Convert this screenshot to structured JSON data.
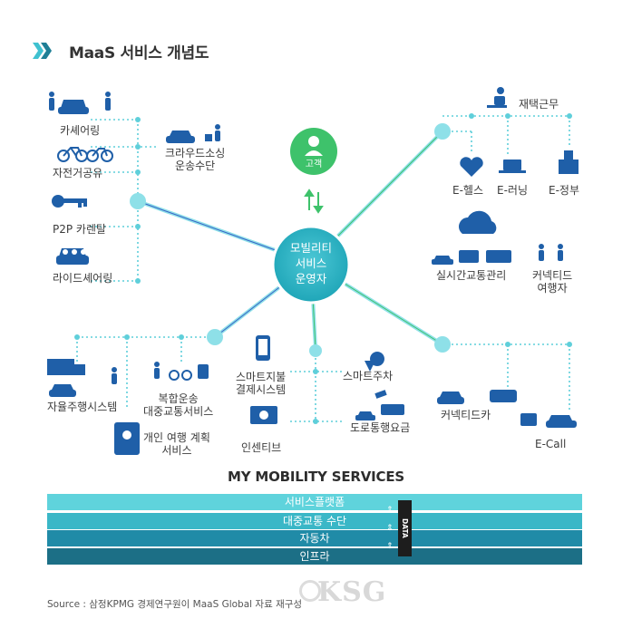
{
  "title": "MaaS 서비스 개념도",
  "center": {
    "lines": [
      "모빌리티",
      "서비스",
      "운영자"
    ]
  },
  "customer": "고객",
  "labels": {
    "car_sharing": "카셰어링",
    "bike_sharing": "자전거공유",
    "crowdsourcing": "크라우드소싱\n운송수단",
    "p2p_rental": "P2P 카렌탈",
    "ride_sharing": "라이드셰어링",
    "telework": "재택근무",
    "e_health": "E-헬스",
    "e_learning": "E-러닝",
    "e_gov": "E-정부",
    "realtime_traffic": "실시간교통관리",
    "connected_traveler": "커넥티드\n여행자",
    "autonomous": "자율주행시스템",
    "multimodal": "복합운송\n대중교통서비스",
    "trip_plan": "개인 여행 계획\n서비스",
    "smart_payment": "스마트지불\n결제시스템",
    "incentive": "인센티브",
    "smart_parking": "스마트주차",
    "road_toll": "도로통행요금",
    "connected_car": "커넥티드카",
    "e_call": "E-Call"
  },
  "mobility_services": {
    "title": "MY MOBILITY SERVICES",
    "layers": [
      "서비스플랫폼",
      "대중교통 수단",
      "자동차",
      "인프라"
    ],
    "data_label": "DATA"
  },
  "source": "Source : 삼정KPMG 경제연구원이 MaaS Global 자료 재구성",
  "watermark": "KSG",
  "colors": {
    "cyan": "#3fc1d0",
    "cyan_light": "#8ee0e8",
    "green": "#3ec26b",
    "blue_line": "#3a63c8",
    "icon_blue": "#1f5fa8",
    "hub": "#35b5c4"
  }
}
